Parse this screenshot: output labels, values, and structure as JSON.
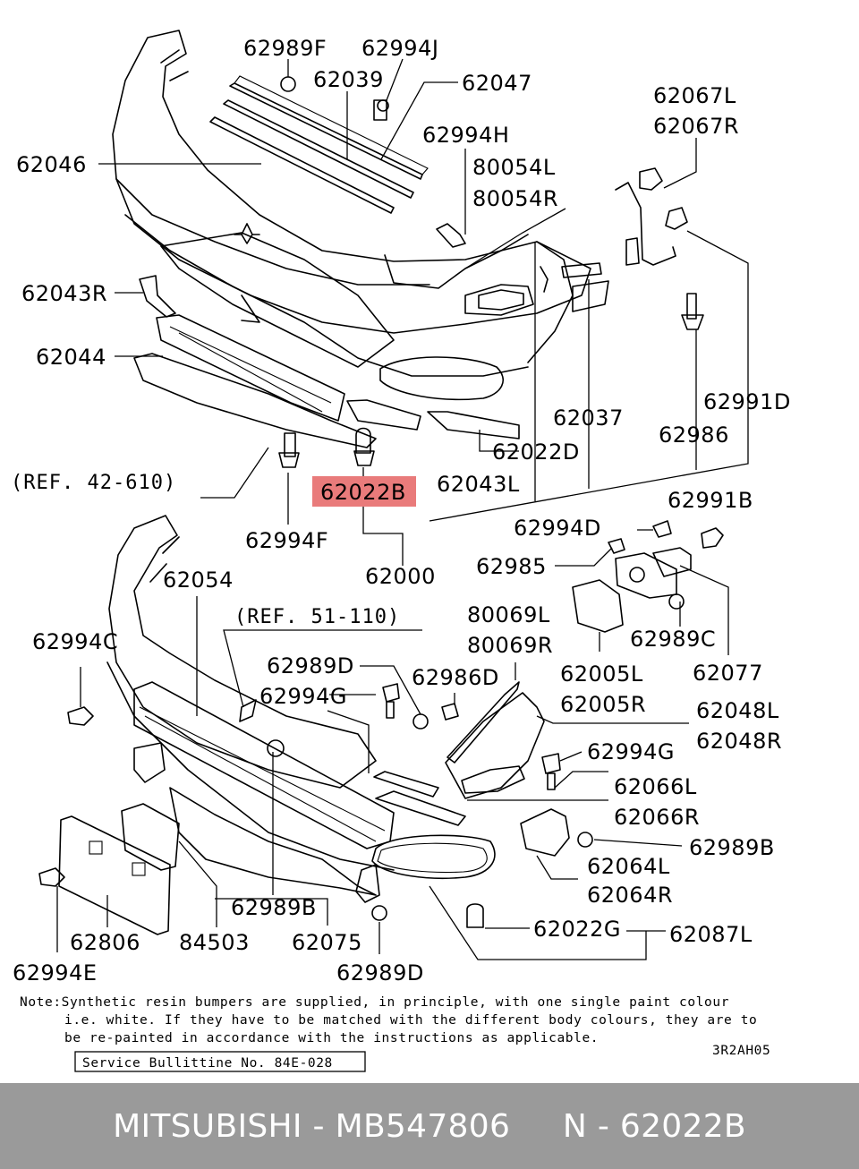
{
  "callouts": {
    "p62989F": "62989F",
    "p62994J": "62994J",
    "p62039": "62039",
    "p62047": "62047",
    "p62067L": "62067L",
    "p62067R": "62067R",
    "p62994H": "62994H",
    "p80054L": "80054L",
    "p80054R": "80054R",
    "p62046": "62046",
    "p62043R": "62043R",
    "p62044": "62044",
    "p62991D": "62991D",
    "p62037": "62037",
    "p62986": "62986",
    "p62022D": "62022D",
    "p62043L": "62043L",
    "ref1": "(REF. 42-610)",
    "p62022B": "62022B",
    "p62994F": "62994F",
    "p62000": "62000",
    "p62991B": "62991B",
    "p62994D": "62994D",
    "p62985": "62985",
    "p62054": "62054",
    "ref2": "(REF. 51-110)",
    "p80069L": "80069L",
    "p80069R": "80069R",
    "p62994C": "62994C",
    "p62989C": "62989C",
    "p62989D_1": "62989D",
    "p62986D": "62986D",
    "p62005L": "62005L",
    "p62005R": "62005R",
    "p62077": "62077",
    "p62994G_1": "62994G",
    "p62048L": "62048L",
    "p62048R": "62048R",
    "p62994G_2": "62994G",
    "p62066L": "62066L",
    "p62066R": "62066R",
    "p62989B_1": "62989B",
    "p62064L": "62064L",
    "p62064R": "62064R",
    "p62989B_2": "62989B",
    "p62022G": "62022G",
    "p62087L": "62087L",
    "p62806": "62806",
    "p84503": "84503",
    "p62075": "62075",
    "p62994E": "62994E",
    "p62989D_2": "62989D"
  },
  "highlight": {
    "part": "62022B",
    "color": "#e97b7b"
  },
  "note": {
    "line1": "Note:Synthetic resin bumpers are supplied, in principle, with one single paint colour",
    "line2": "i.e. white. If they have to be matched with the different body colours, they are to",
    "line3": "be re-painted in accordance with the instructions as applicable."
  },
  "service_bulletin": "Service Bullittine No. 84E-028",
  "figure_code": "3R2AH05",
  "footer": {
    "text": "MITSUBISHI - MB547806     N - 62022B",
    "background": "#9a9a9a"
  }
}
